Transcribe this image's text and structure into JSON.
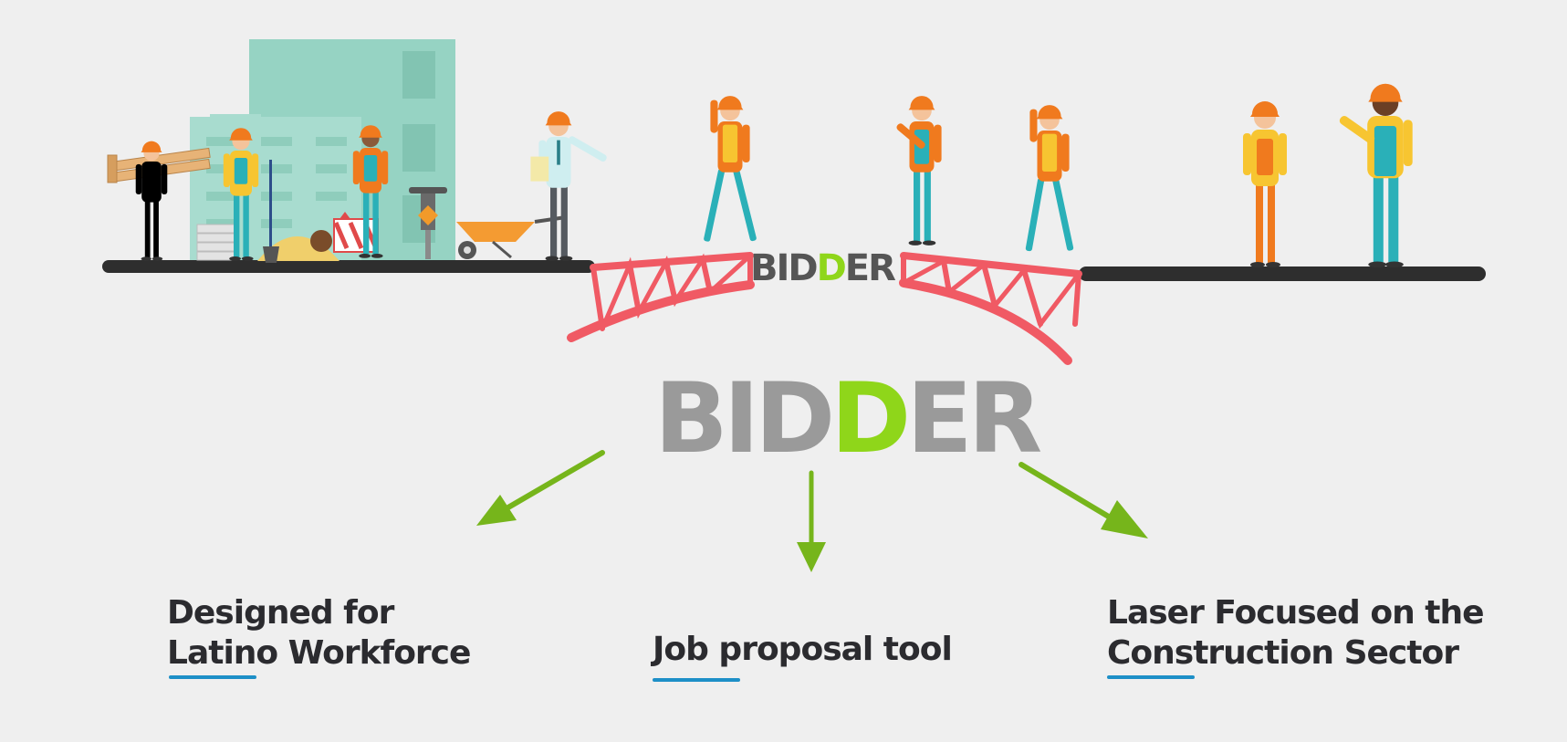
{
  "brand": {
    "part1": "BID",
    "part2": "D",
    "part3": "ER",
    "color_gray": "#9a9a9a",
    "color_green": "#8fd61a"
  },
  "features": [
    {
      "line1": "Designed for",
      "line2": "Latino Workforce"
    },
    {
      "line1": "Job proposal tool",
      "line2": ""
    },
    {
      "line1": "Laser Focused on the",
      "line2": "Construction Sector"
    }
  ],
  "colors": {
    "background": "#efefef",
    "ground": "#2e2e2e",
    "bridge": "#f05a64",
    "arrow": "#76b51b",
    "underline": "#1d8fc7",
    "text": "#2b2b2f",
    "building": "#96d3c3",
    "helmet": "#f07a1e"
  },
  "icons": [
    "construction-worker-icon",
    "building-icon",
    "wheelbarrow-icon",
    "jackhammer-icon",
    "shovel-icon",
    "road-barrier-icon",
    "sand-pile-icon"
  ]
}
